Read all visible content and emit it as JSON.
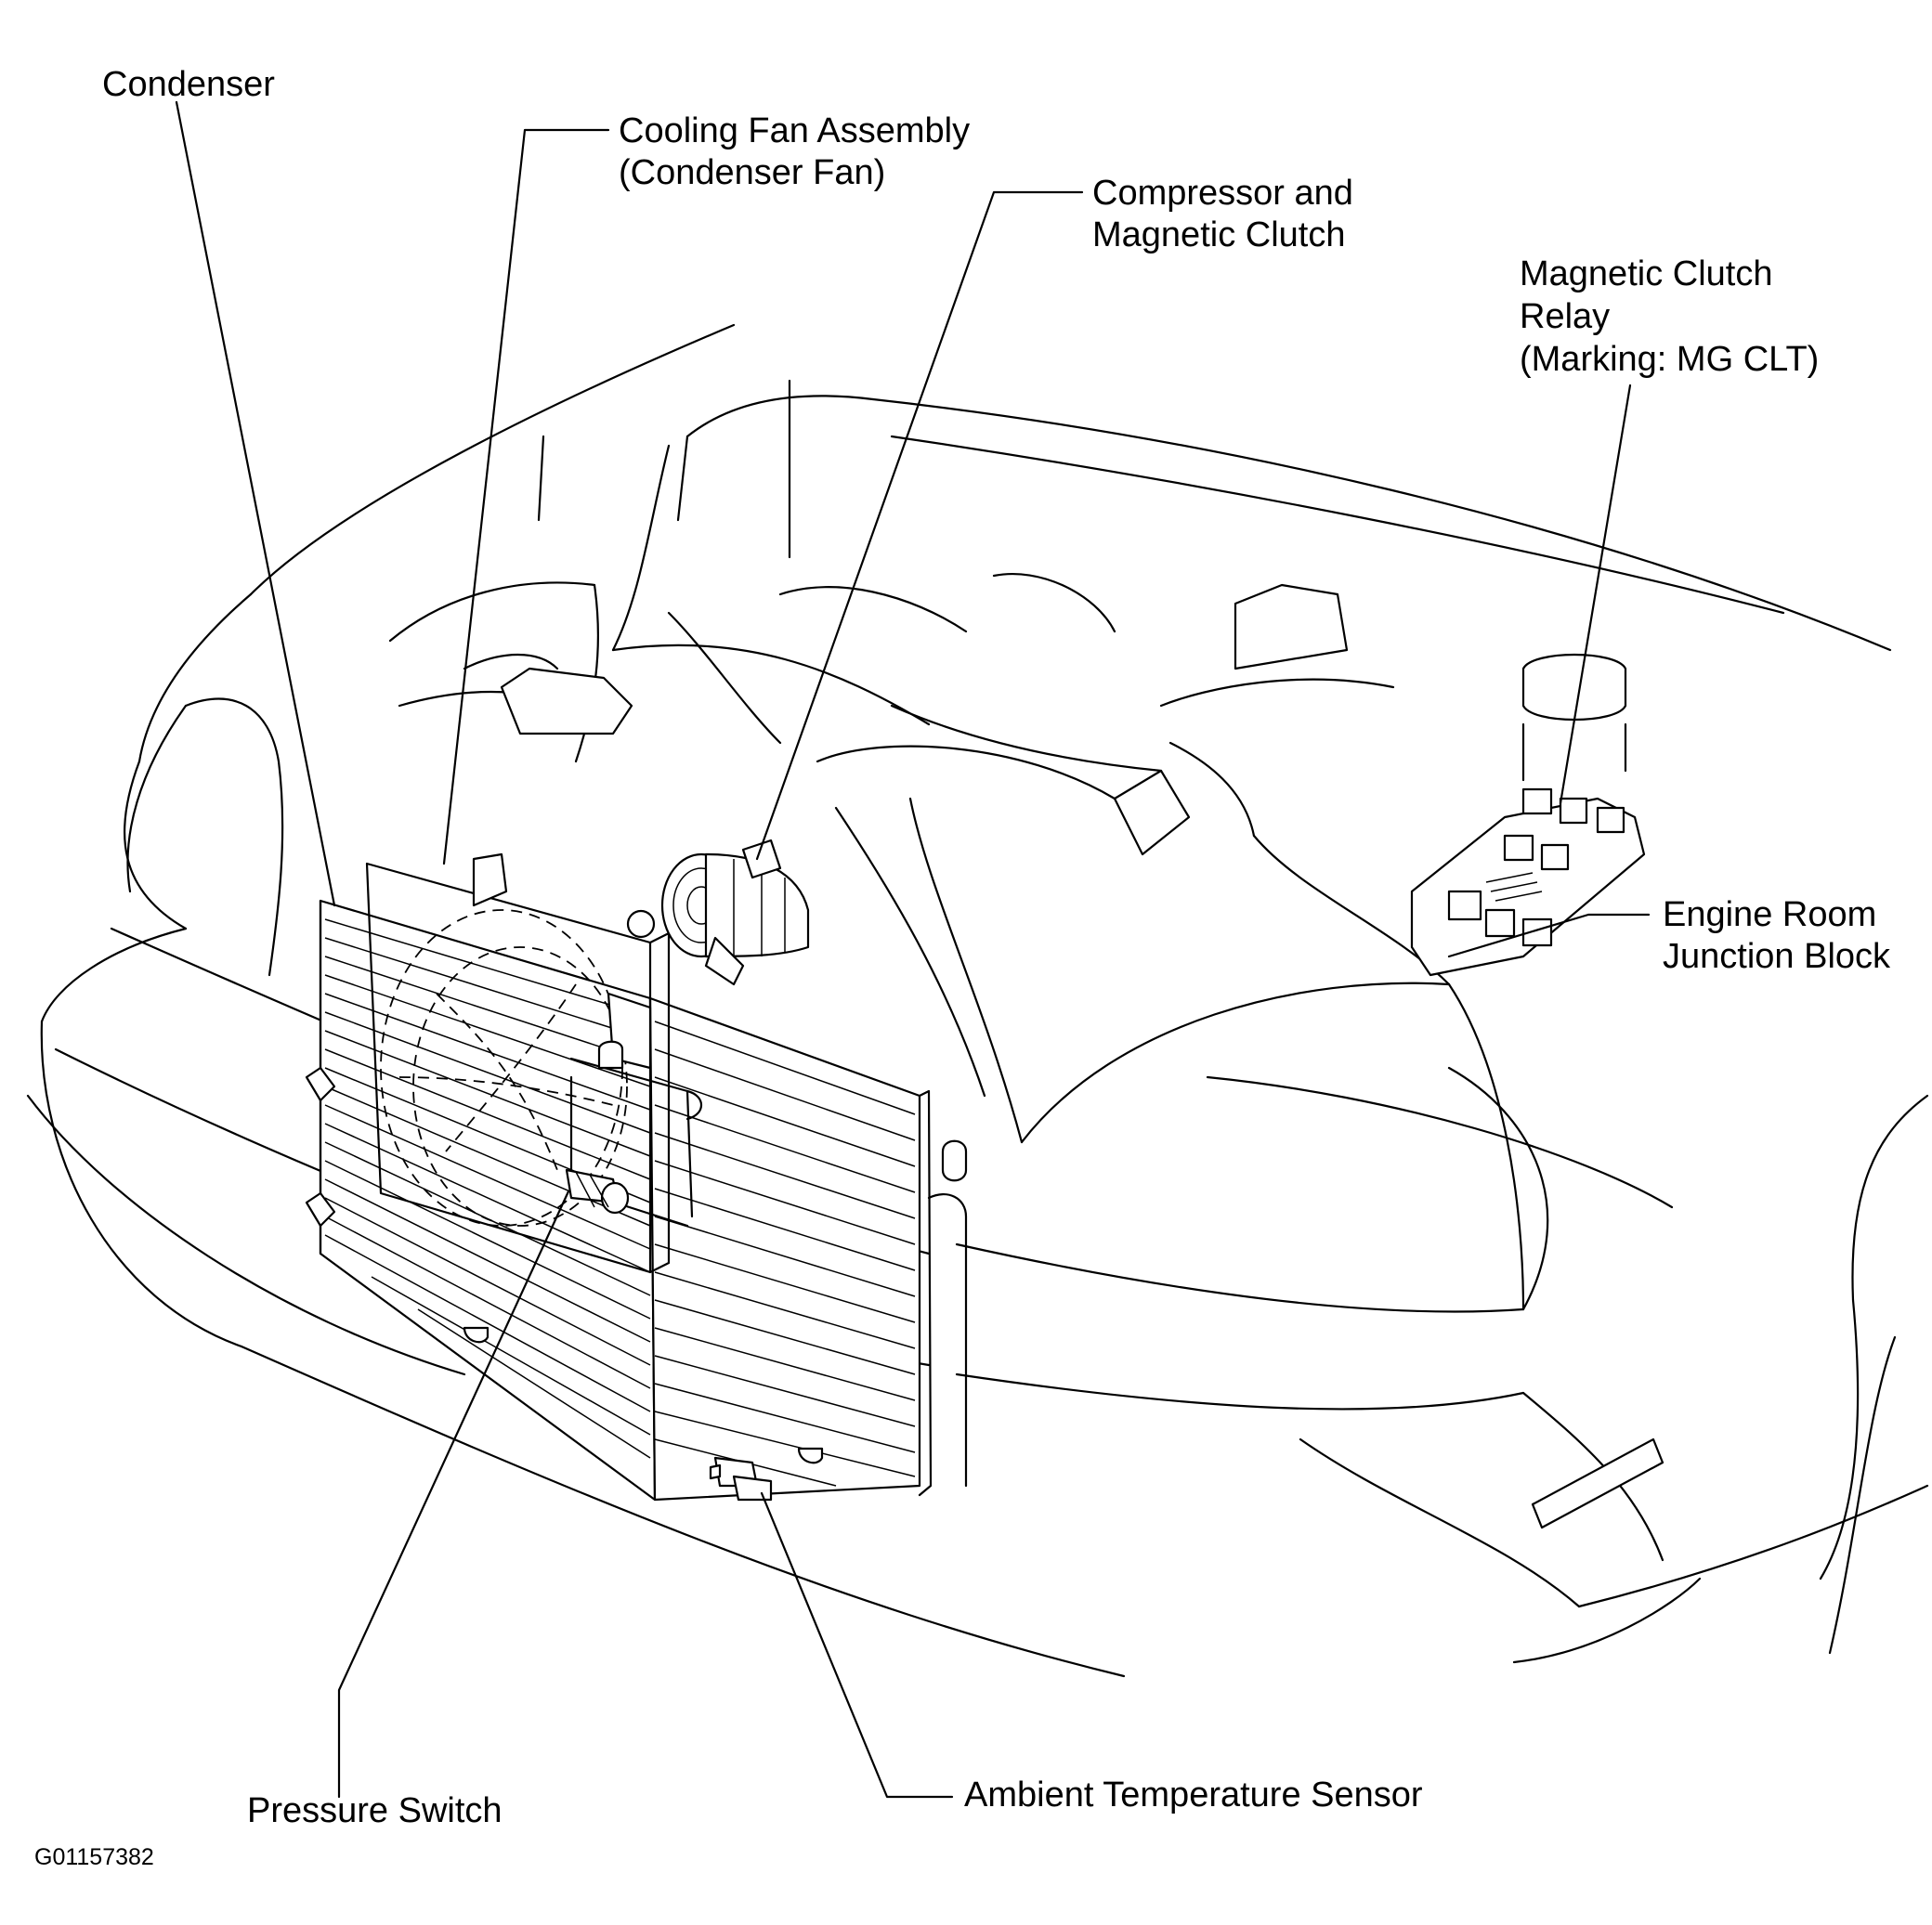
{
  "labels": {
    "condenser": "Condenser",
    "cooling_fan_1": "Cooling Fan Assembly",
    "cooling_fan_2": "(Condenser Fan)",
    "compressor_1": "Compressor and",
    "compressor_2": "Magnetic Clutch",
    "relay_1": "Magnetic Clutch",
    "relay_2": "Relay",
    "relay_3": "(Marking: MG CLT)",
    "junction_1": "Engine Room",
    "junction_2": "Junction Block",
    "pressure_switch": "Pressure Switch",
    "ambient_sensor": "Ambient Temperature Sensor",
    "figure_code": "G01157382"
  }
}
